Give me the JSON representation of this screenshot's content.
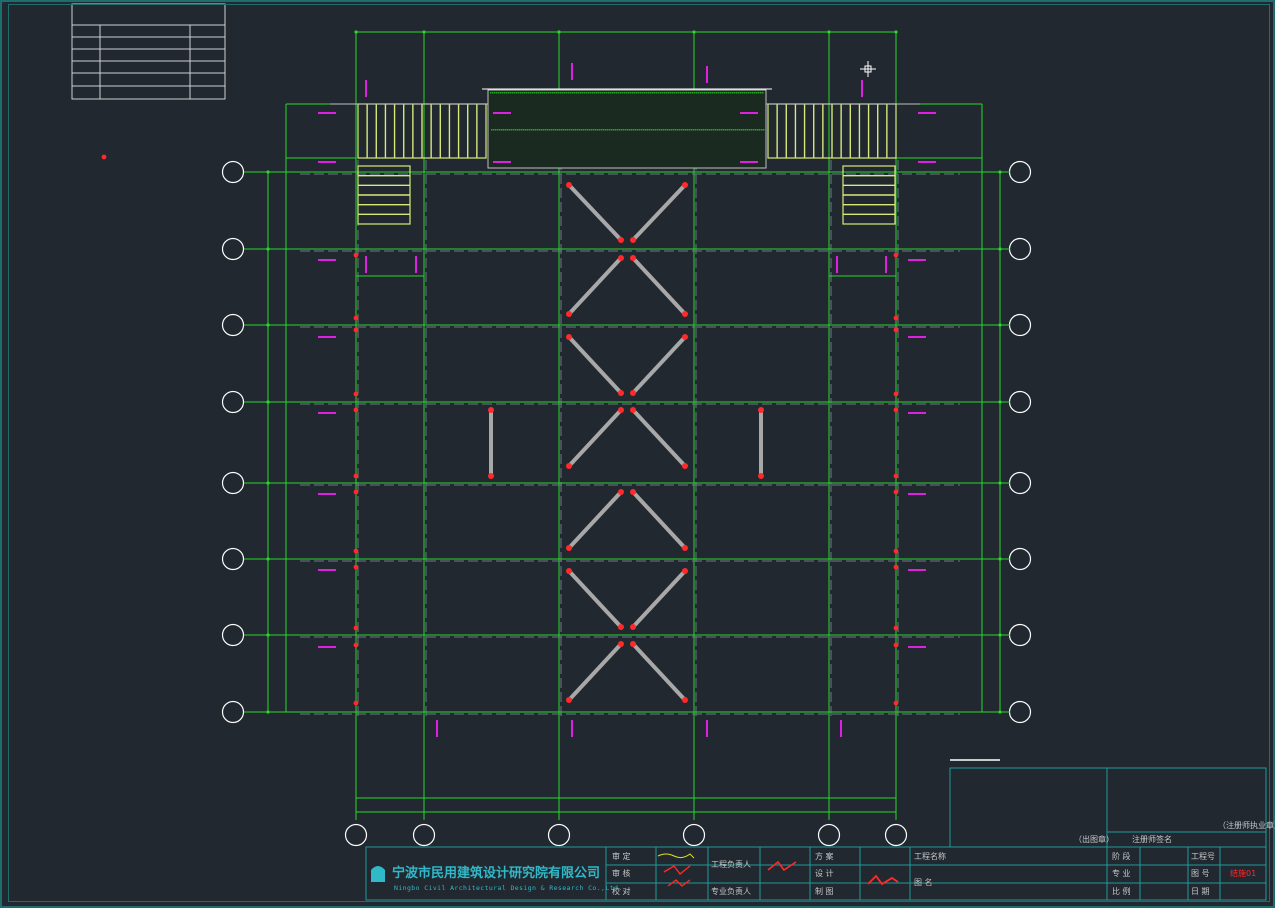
{
  "drawing": {
    "colors": {
      "background": "#212830",
      "axis_line": "#27d827",
      "grid_dash": "#6a7a86",
      "column_marker": "#ff2a2a",
      "section_tick": "#e020e0",
      "stair_fill": "#d8e87a",
      "brace": "#a8a8a8",
      "bubble": "#ffffff",
      "frame": "#1f6e6e",
      "title_text": "#2fb9c9"
    },
    "icons": [
      "crosshair-cursor-icon",
      "company-logo-icon"
    ]
  },
  "title_block": {
    "company_cn": "宁波市民用建筑设计研究院有限公司",
    "company_en": "Ningbo Civil Architectural Design & Research Co.,Ltd.",
    "labels": {
      "approve": "审 定",
      "audit": "审 核",
      "check": "校 对",
      "project_lead": "工程负责人",
      "discipline_lead": "专业负责人",
      "scheme": "方 案",
      "design": "设 计",
      "drawing": "制 图",
      "project_name": "工程名称",
      "drawing_name": "图 名",
      "stage": "阶 段",
      "discipline": "专 业",
      "scale": "比 例",
      "project_no": "工程号",
      "drawing_no": "图 号",
      "date": "日 期",
      "seal_label": "（出图章）",
      "registered": "注册师签名",
      "reg_seal": "（注册师执业章）",
      "drawing_no_value": "结施01"
    }
  }
}
